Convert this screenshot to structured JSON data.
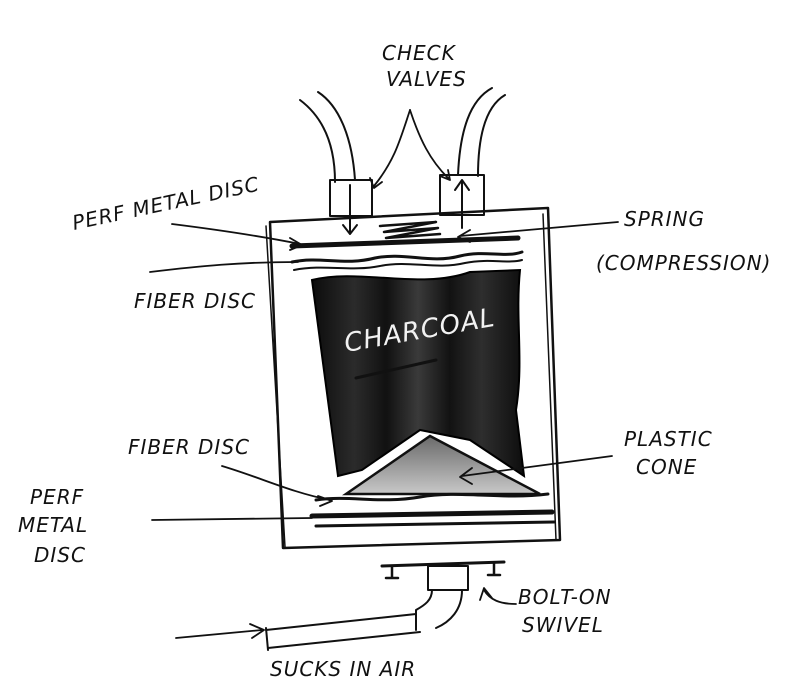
{
  "labels": {
    "check_valves_line1": "CHECK",
    "check_valves_line2": "VALVES",
    "perf_metal_disc_top": "PERF METAL DISC",
    "spring_line1": "SPRING",
    "spring_line2": "(COMPRESSION)",
    "fiber_disc_top": "FIBER DISC",
    "charcoal": "CHARCOAL",
    "fiber_disc_bottom": "FIBER DISC",
    "plastic_cone_line1": "PLASTIC",
    "plastic_cone_line2": "CONE",
    "perf_metal_disc_bottom_line1": "PERF",
    "perf_metal_disc_bottom_line2": "METAL",
    "perf_metal_disc_bottom_line3": "DISC",
    "bolt_on_swivel_line1": "BOLT-ON",
    "bolt_on_swivel_line2": "SWIVEL",
    "sucks_in_air": "SUCKS IN AIR"
  },
  "colors": {
    "ink": "#111111",
    "charcoal_fill": "#1a1a1a",
    "cone_fill": "#9a9a9a",
    "background": "#ffffff"
  }
}
